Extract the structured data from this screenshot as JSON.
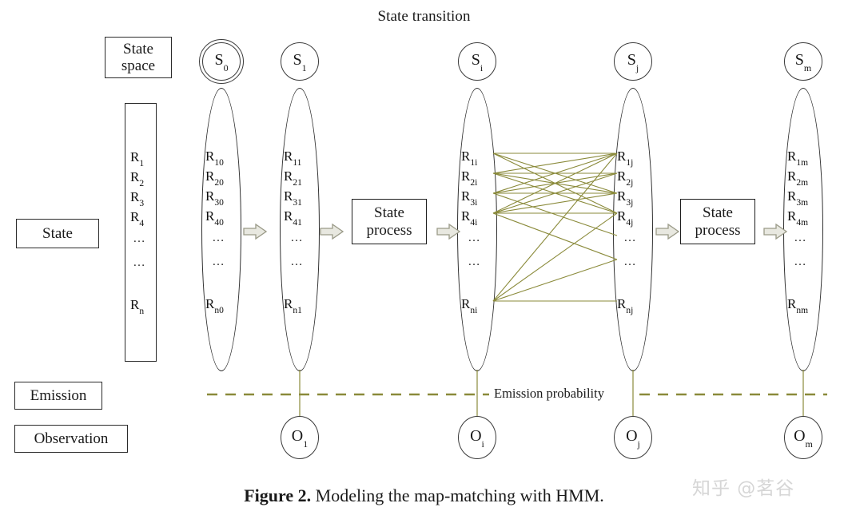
{
  "figure": {
    "title": "State transition",
    "caption_bold": "Figure 2.",
    "caption_rest": " Modeling the map-matching with HMM.",
    "watermark": "知乎 @茗谷"
  },
  "colors": {
    "transition_line": "#8a8a3a",
    "emission_line": "#8a8a3a",
    "arrow_fill": "#e8e8e0",
    "arrow_stroke": "#9a9a88",
    "outline": "#2b2b2b",
    "watermark": "#d6d6d6"
  },
  "row_labels": {
    "dots": "..."
  },
  "left_labels": {
    "state_space_line1": "State",
    "state_space_line2": "space",
    "state": "State",
    "emission": "Emission",
    "observation": "Observation"
  },
  "state_space_rect": {
    "items": [
      {
        "base": "R",
        "sub": "1"
      },
      {
        "base": "R",
        "sub": "2"
      },
      {
        "base": "R",
        "sub": "3"
      },
      {
        "base": "R",
        "sub": "4"
      },
      {
        "base": "",
        "sub": ""
      },
      {
        "base": "",
        "sub": ""
      },
      {
        "base": "R",
        "sub": "n"
      }
    ],
    "dots_rows": [
      4,
      5
    ]
  },
  "columns": [
    {
      "id": "col-0",
      "state_label_base": "S",
      "state_label_sub": "0",
      "double_circle": true,
      "items": [
        {
          "base": "R",
          "sub": "10"
        },
        {
          "base": "R",
          "sub": "20"
        },
        {
          "base": "R",
          "sub": "30"
        },
        {
          "base": "R",
          "sub": "40"
        },
        {
          "base": "",
          "sub": ""
        },
        {
          "base": "",
          "sub": ""
        },
        {
          "base": "R",
          "sub": "n0"
        }
      ],
      "has_observation": false,
      "observation_base": "",
      "observation_sub": ""
    },
    {
      "id": "col-1",
      "state_label_base": "S",
      "state_label_sub": "1",
      "double_circle": false,
      "items": [
        {
          "base": "R",
          "sub": "11"
        },
        {
          "base": "R",
          "sub": "21"
        },
        {
          "base": "R",
          "sub": "31"
        },
        {
          "base": "R",
          "sub": "41"
        },
        {
          "base": "",
          "sub": ""
        },
        {
          "base": "",
          "sub": ""
        },
        {
          "base": "R",
          "sub": "n1"
        }
      ],
      "has_observation": true,
      "observation_base": "O",
      "observation_sub": "1"
    },
    {
      "id": "col-2",
      "state_label_base": "S",
      "state_label_sub": "i",
      "double_circle": false,
      "items": [
        {
          "base": "R",
          "sub": "1i"
        },
        {
          "base": "R",
          "sub": "2i"
        },
        {
          "base": "R",
          "sub": "3i"
        },
        {
          "base": "R",
          "sub": "4i"
        },
        {
          "base": "",
          "sub": ""
        },
        {
          "base": "",
          "sub": ""
        },
        {
          "base": "R",
          "sub": "ni"
        }
      ],
      "has_observation": true,
      "observation_base": "O",
      "observation_sub": "i"
    },
    {
      "id": "col-3",
      "state_label_base": "S",
      "state_label_sub": "j",
      "double_circle": false,
      "items": [
        {
          "base": "R",
          "sub": "1j"
        },
        {
          "base": "R",
          "sub": "2j"
        },
        {
          "base": "R",
          "sub": "3j"
        },
        {
          "base": "R",
          "sub": "4j"
        },
        {
          "base": "",
          "sub": ""
        },
        {
          "base": "",
          "sub": ""
        },
        {
          "base": "R",
          "sub": "nj"
        }
      ],
      "has_observation": true,
      "observation_base": "O",
      "observation_sub": "j"
    },
    {
      "id": "col-4",
      "state_label_base": "S",
      "state_label_sub": "m",
      "double_circle": false,
      "items": [
        {
          "base": "R",
          "sub": "1m"
        },
        {
          "base": "R",
          "sub": "2m"
        },
        {
          "base": "R",
          "sub": "3m"
        },
        {
          "base": "R",
          "sub": "4m"
        },
        {
          "base": "",
          "sub": ""
        },
        {
          "base": "",
          "sub": ""
        },
        {
          "base": "R",
          "sub": "nm"
        }
      ],
      "has_observation": true,
      "observation_base": "O",
      "observation_sub": "m"
    }
  ],
  "process_boxes": [
    {
      "id": "state-process-1",
      "line1": "State",
      "line2": "process"
    },
    {
      "id": "state-process-2",
      "line1": "State",
      "line2": "process"
    }
  ],
  "emission": {
    "label": "Emission probability"
  },
  "transition_edges": [
    [
      0,
      0
    ],
    [
      0,
      2
    ],
    [
      0,
      3
    ],
    [
      1,
      0
    ],
    [
      1,
      1
    ],
    [
      1,
      2
    ],
    [
      1,
      3
    ],
    [
      2,
      0
    ],
    [
      2,
      1
    ],
    [
      2,
      2
    ],
    [
      2,
      4
    ],
    [
      3,
      0
    ],
    [
      3,
      1
    ],
    [
      3,
      2
    ],
    [
      3,
      3
    ],
    [
      3,
      5
    ],
    [
      6,
      0
    ],
    [
      6,
      3
    ],
    [
      6,
      5
    ],
    [
      6,
      6
    ]
  ]
}
